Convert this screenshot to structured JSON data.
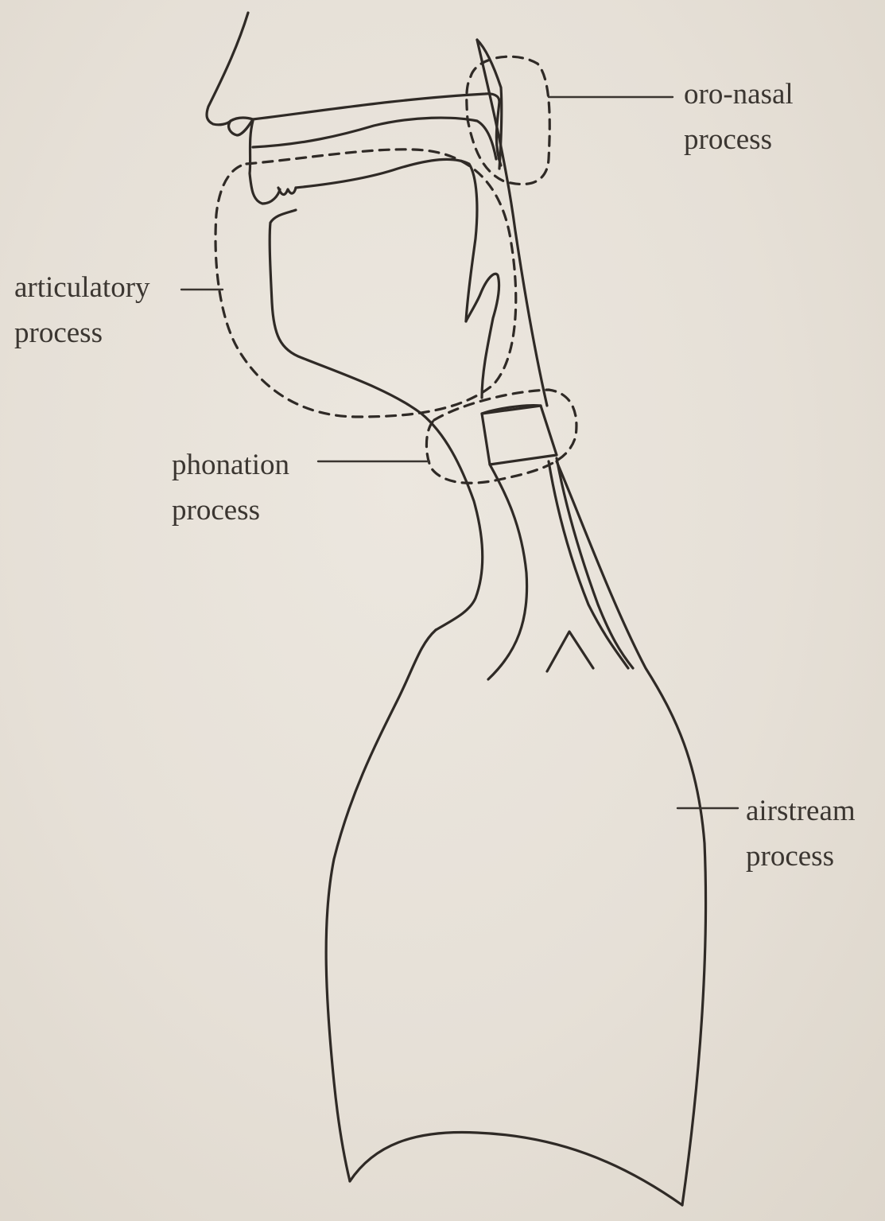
{
  "colors": {
    "paper": "#e7e1d9",
    "ink": "#3a3530"
  },
  "labels": {
    "oro_nasal": {
      "line1": "oro-nasal",
      "line2": "process"
    },
    "articulatory": {
      "line1": "articulatory",
      "line2": "process"
    },
    "phonation": {
      "line1": "phonation",
      "line2": "process"
    },
    "airstream": {
      "line1": "airstream",
      "line2": "process"
    }
  }
}
